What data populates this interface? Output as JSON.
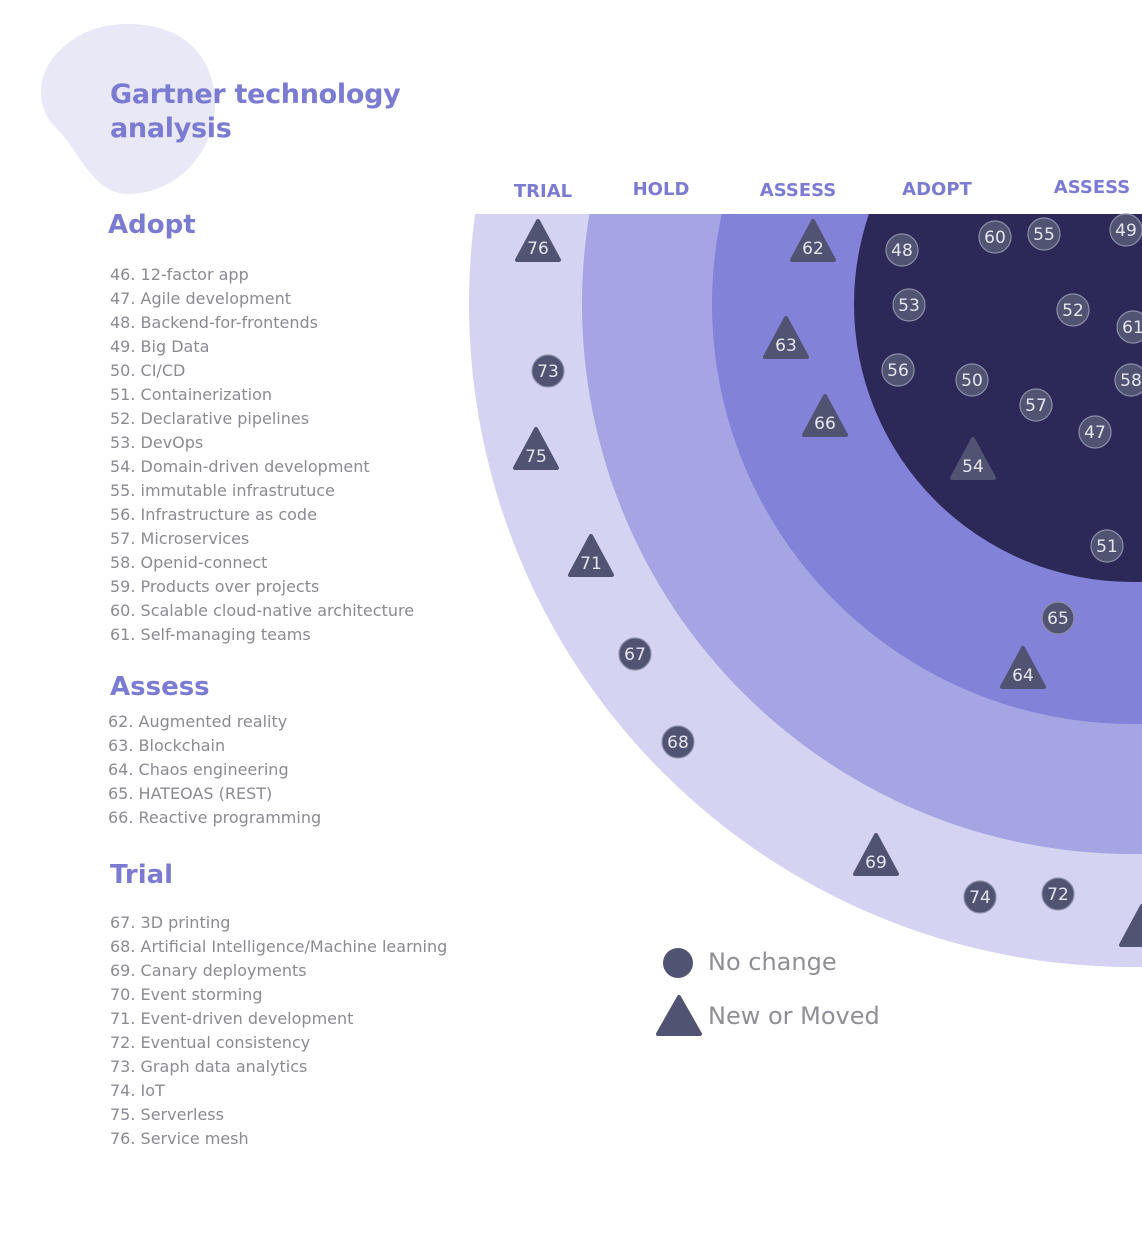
{
  "title": "Gartner technology analysis",
  "colors": {
    "accent": "#7b7bd2",
    "blob": "#e8e8f6",
    "ring_trial": "#d4d4f2",
    "ring_hold": "#a5a5e4",
    "ring_assess": "#8282d8",
    "ring_adopt": "#2c2858",
    "marker": "#505372",
    "marker_text": "#e6e6f0"
  },
  "sections": [
    {
      "heading": "Adopt",
      "items": [
        "46. 12-factor app",
        "47. Agile development",
        "48. Backend-for-frontends",
        "49. Big Data",
        "50. CI/CD",
        "51. Containerization",
        "52. Declarative pipelines",
        "53. DevOps",
        "54. Domain-driven development",
        "55. immutable infrastrutuce",
        "56. Infrastructure as code",
        "57. Microservices",
        "58. Openid-connect",
        "59. Products over projects",
        "60. Scalable cloud-native architecture",
        "61. Self-managing teams"
      ]
    },
    {
      "heading": "Assess",
      "items": [
        "62. Augmented reality",
        "63. Blockchain",
        "64. Chaos engineering",
        "65. HATEOAS (REST)",
        "66. Reactive programming"
      ]
    },
    {
      "heading": "Trial",
      "items": [
        "67. 3D printing",
        "68. Artificial Intelligence/Machine learning",
        "69. Canary deployments",
        "70. Event storming",
        "71. Event-driven development",
        "72. Eventual consistency",
        "73. Graph data analytics",
        "74. IoT",
        "75. Serverless",
        "76. Service mesh"
      ]
    }
  ],
  "radar": {
    "ring_labels": [
      "TRIAL",
      "HOLD",
      "ASSESS",
      "ADOPT",
      "ASSESS"
    ],
    "markers": [
      {
        "id": "76",
        "shape": "triangle"
      },
      {
        "id": "62",
        "shape": "triangle"
      },
      {
        "id": "48",
        "shape": "circle"
      },
      {
        "id": "60",
        "shape": "circle"
      },
      {
        "id": "55",
        "shape": "circle"
      },
      {
        "id": "49",
        "shape": "circle"
      },
      {
        "id": "53",
        "shape": "circle"
      },
      {
        "id": "52",
        "shape": "circle"
      },
      {
        "id": "61",
        "shape": "circle"
      },
      {
        "id": "63",
        "shape": "triangle"
      },
      {
        "id": "73",
        "shape": "circle"
      },
      {
        "id": "56",
        "shape": "circle"
      },
      {
        "id": "50",
        "shape": "circle"
      },
      {
        "id": "58",
        "shape": "circle"
      },
      {
        "id": "57",
        "shape": "circle"
      },
      {
        "id": "66",
        "shape": "triangle"
      },
      {
        "id": "47",
        "shape": "circle"
      },
      {
        "id": "75",
        "shape": "triangle"
      },
      {
        "id": "54",
        "shape": "triangle"
      },
      {
        "id": "51",
        "shape": "circle"
      },
      {
        "id": "71",
        "shape": "triangle"
      },
      {
        "id": "65",
        "shape": "circle"
      },
      {
        "id": "67",
        "shape": "circle"
      },
      {
        "id": "64",
        "shape": "triangle"
      },
      {
        "id": "68",
        "shape": "circle"
      },
      {
        "id": "69",
        "shape": "triangle"
      },
      {
        "id": "74",
        "shape": "circle"
      },
      {
        "id": "72",
        "shape": "circle"
      },
      {
        "id": "",
        "shape": "triangle"
      }
    ]
  },
  "legend": [
    {
      "shape": "circle",
      "label": "No change"
    },
    {
      "shape": "triangle",
      "label": "New or Moved"
    }
  ]
}
